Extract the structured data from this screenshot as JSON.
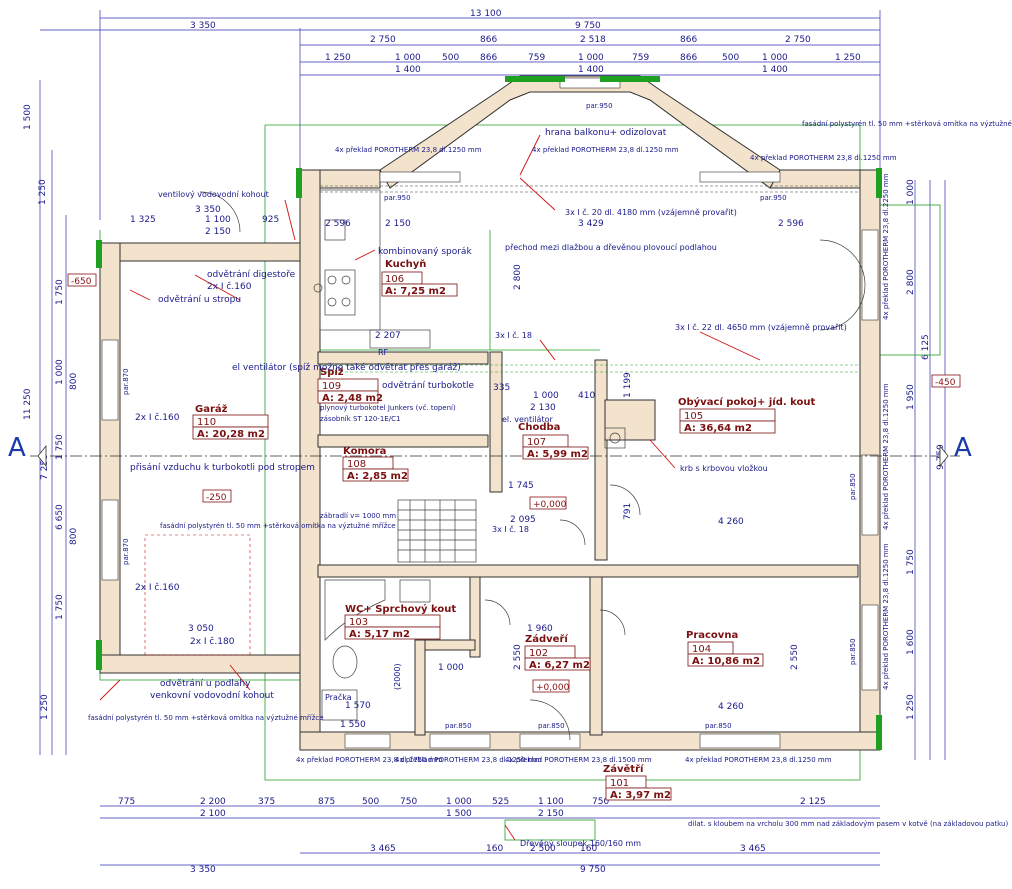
{
  "rooms": [
    {
      "name": "Kuchyň",
      "number": "106",
      "area": "A: 7,25 m2"
    },
    {
      "name": "Spíž",
      "number": "109",
      "area": "A: 2,48 m2"
    },
    {
      "name": "Garáž",
      "number": "110",
      "area": "A: 20,28 m2"
    },
    {
      "name": "Komora",
      "number": "108",
      "area": "A: 2,85 m2"
    },
    {
      "name": "Chodba",
      "number": "107",
      "area": "A: 5,99 m2"
    },
    {
      "name": "Obývací pokoj+ jíd. kout",
      "number": "105",
      "area": "A: 36,64 m2"
    },
    {
      "name": "WC+ Sprchový kout",
      "number": "103",
      "area": "A: 5,17 m2"
    },
    {
      "name": "Zádveří",
      "number": "102",
      "area": "A: 6,27 m2"
    },
    {
      "name": "Pracovna",
      "number": "104",
      "area": "A: 10,86 m2"
    },
    {
      "name": "Závětří",
      "number": "101",
      "area": "A: 3,97 m2"
    }
  ],
  "section_marks": [
    "A",
    "A"
  ],
  "levels": [
    "-650",
    "-450",
    "-250",
    "+0,000",
    "+0,000"
  ],
  "top_dims": {
    "overall": "13 100",
    "row1": [
      "3 350",
      "9 750"
    ],
    "row2": [
      "2 750",
      "866",
      "2 518",
      "866",
      "2 750"
    ],
    "row3": [
      "1 250",
      "1 000",
      "500",
      "866",
      "759",
      "1 000",
      "759",
      "866",
      "500",
      "1 000",
      "1 250"
    ],
    "row4": [
      "1 400",
      "1 400",
      "1 400"
    ]
  },
  "bottom_dims": {
    "row1": [
      "775",
      "2 200",
      "375",
      "875",
      "500",
      "750",
      "1 000",
      "525",
      "1 100",
      "750",
      "2 125"
    ],
    "row2": [
      "2 100",
      "1 500",
      "2 150"
    ],
    "row3": [
      "3 350",
      "9 750"
    ],
    "row4": [
      "3 465",
      "160",
      "2 500",
      "160",
      "3 465"
    ]
  },
  "left_dims": [
    "1 500",
    "1 250",
    "1 750",
    "11 250",
    "7 250",
    "1 000",
    "800",
    "1 750",
    "6 650",
    "800",
    "1 750",
    "1 250"
  ],
  "right_dims": [
    "1 000",
    "2 800",
    "1 950",
    "6 125",
    "9 750",
    "1 750",
    "1 600",
    "1 250"
  ],
  "notes": {
    "ventil": "ventilový vodovodní kohout",
    "odvetrani_digestore": "odvětrání digestoře",
    "odvetrani_stropu": "odvětrání u stropu",
    "kombi": "kombinovaný sporák",
    "prechod": "přechod mezi dlažbou a dřevěnou plovoucí podlahou",
    "hrana": "hrana balkonu+ odizolovat",
    "preklad_top_left": "4x překlad POROTHERM 23,8 dl.1250 mm",
    "preklad_top_mid": "4x překlad POROTHERM 23,8 dl.1250 mm",
    "preklad_top_right": "4x překlad POROTHERM 23,8 dl.1250 mm",
    "fasadni_top": "fasádní polystyrén tl. 50 mm +stěrková omítka na výztužné mřížce",
    "lic_top": "3x I č. 20 dl. 4180 mm (vzájemně provařit)",
    "lic_mid": "3x I č. 22 dl. 4650 mm (vzájemně provařit)",
    "lic_18a": "3x I č. 18",
    "lic_18b": "3x I č. 18",
    "el_vent1": "el ventilátor (spíž možno také odvětrat přes garáž)",
    "odv_turbo": "odvětrání turbokotle",
    "plyn": "plynový turbokotel Junkers (vč. topení)",
    "zasobnik": "zásobník ST 120-1E/C1",
    "el_vent2": "el. ventilátor",
    "krb": "krb s krbovou vložkou",
    "prisani": "přisání vzduchu k turbokotli pod stropem",
    "zabradli": "zábradlí v= 1000 mm",
    "fasadni_mid": "fasádní polystyrén tl. 50 mm +stěrková omítka na výztužné mřížce",
    "fasadni_bot": "fasádní polystyrén tl. 50 mm +stěrková omítka na výztužné mřížce",
    "odv_podlahy": "odvětrání u podlahy",
    "venkovni": "venkovní vodovodní kohout",
    "pracka": "Pračka",
    "rf": "RF",
    "drevo": "Dřevěný sloupek 160/160 mm",
    "dilat": "dilat. s kloubem na vrcholu 300 mm nad základovým pasem v kotvě (na základovou patku)",
    "preklad_bot1": "4x překlad POROTHERM 23,8 dl.1750 mm",
    "preklad_bot2": "4x překlad POROTHERM 23,8 dl.1250 mm",
    "preklad_bot3": "4x překlad POROTHERM 23,8 dl.1500 mm",
    "preklad_bot4": "4x překlad POROTHERM 23,8 dl.1250 mm",
    "preklad_right1": "4x překlad POROTHERM 23,8 dl.2250 mm",
    "preklad_right2": "4x překlad POROTHERM 23,8 dl.1250 mm",
    "preklad_right3": "4x překlad POROTHERM 23,8 dl.1250 mm",
    "lc160a": "2x I č.160",
    "lc160b": "2x I č.160",
    "lc160c": "2x I č.160",
    "lc160d": "2x I č.160",
    "lc180": "2x I č.180",
    "par": [
      "par.950",
      "par.950",
      "par.950",
      "par.870",
      "par.870",
      "par.850",
      "par.850",
      "par.850",
      "par.850",
      "par.850"
    ],
    "two_thousand": "(2000)"
  },
  "inner_dims": [
    "2 596",
    "2 596",
    "3 429",
    "2 207",
    "2 130",
    "1 000",
    "410",
    "335",
    "1 745",
    "4 260",
    "2 095",
    "4 260",
    "3 050",
    "1 960",
    "1 000",
    "1 570",
    "1 550",
    "1 199",
    "791",
    "2 800",
    "2 550",
    "2 550",
    "1 100",
    "2 150",
    "1 325",
    "2 150",
    "3 350",
    "925"
  ],
  "colors": {
    "wall_fill": "#f3e3cc",
    "dim": "#1a1a8a",
    "room": "#7a1010",
    "green": "#20a020",
    "red": "#d01010"
  }
}
